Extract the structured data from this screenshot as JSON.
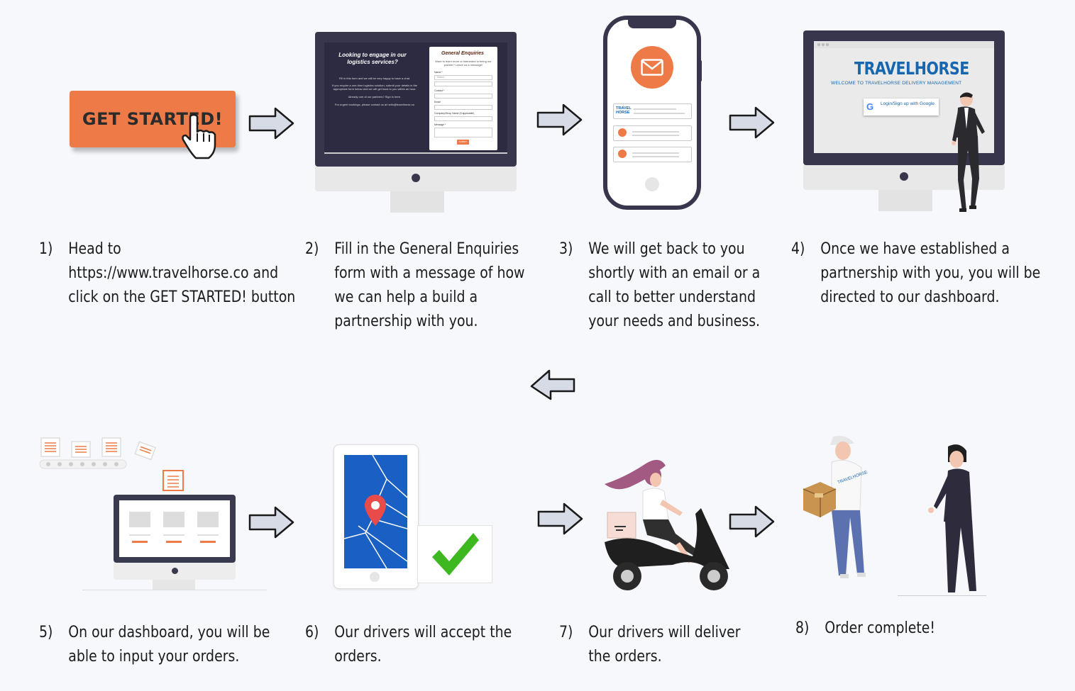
{
  "steps": [
    {
      "num": "1)",
      "lines": [
        "Head to",
        "https://www.travelhorse.co and",
        "click on the GET STARTED! button"
      ]
    },
    {
      "num": "2)",
      "lines": [
        "Fill in the General Enquiries",
        "form with a message of how",
        "we can help a build a",
        "partnership with you."
      ]
    },
    {
      "num": "3)",
      "lines": [
        "We will get back to you",
        "shortly with an email or a",
        "call to better understand",
        "your needs and business."
      ]
    },
    {
      "num": "4)",
      "lines": [
        "Once we have established a",
        "partnership with you, you will be",
        "directed to our dashboard."
      ]
    },
    {
      "num": "5)",
      "lines": [
        "On our dashboard, you will be",
        "able to input your orders."
      ]
    },
    {
      "num": "6)",
      "lines": [
        "Our drivers will accept the",
        "orders."
      ]
    },
    {
      "num": "7)",
      "lines": [
        "Our drivers will deliver",
        "the orders."
      ]
    },
    {
      "num": "8)",
      "lines": [
        "Order complete!"
      ]
    }
  ],
  "get_started": {
    "label": "GET STARTED!"
  },
  "enquiry_form": {
    "left_title": "Looking to engage in our logistics services?",
    "left_lines": [
      "Fill in this form and we will be very happy to have a chat.",
      "If you require a one-time logistics solution, submit your details in the",
      "appropriate form below and we will get back to you within an hour.",
      "Already one of our partners? Sign in here.",
      "For urgent bookings, please contact us at hello@travelhorse.co"
    ],
    "card_title": "General Enquiries",
    "card_intro": "Want to learn more or interested to being our partner? Leave us a message!",
    "fields": [
      "Name *",
      "Contact *",
      "Email",
      "Company/Shop Name (If applicable)",
      "Message *"
    ],
    "select_placeholder": "Select",
    "submit_label": "SUBMIT"
  },
  "phone_logo": {
    "line1": "TRAVEL",
    "line2": "HORSE"
  },
  "dashboard": {
    "brand": "TRAVELHORSE",
    "welcome": "WELCOME TO TRAVELHORSE DELIVERY MANAGEMENT",
    "google_g": "G",
    "google_label": "Login/Sign up with Google"
  },
  "shirt_logo": "TRAVELHORSE",
  "colors": {
    "orange": "#ee7b47",
    "navy": "#38364d",
    "blue": "#1666b0",
    "map_blue": "#1a5fc4",
    "check_green": "#3db821"
  },
  "icons": [
    "arrow-right-icon",
    "arrow-left-icon",
    "mail-icon",
    "map-pin-icon",
    "checkmark-icon",
    "hand-cursor-icon",
    "google-icon"
  ]
}
